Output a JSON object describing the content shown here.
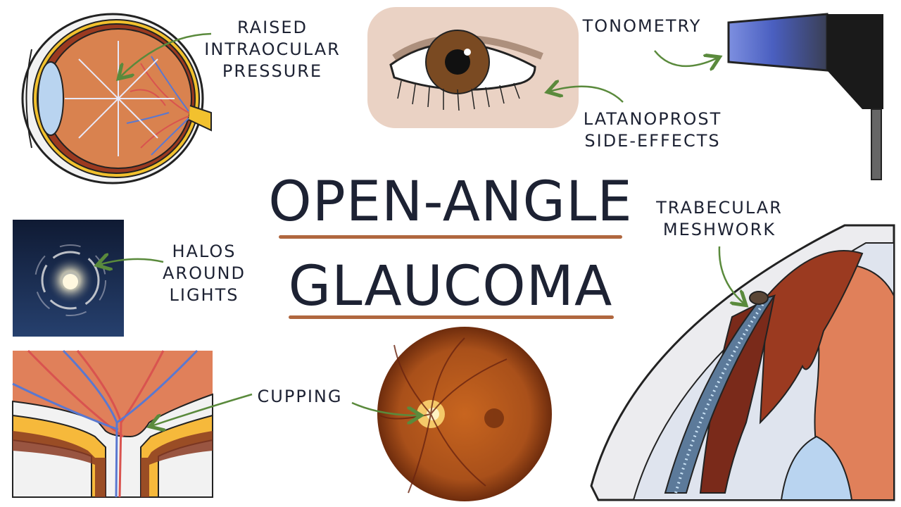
{
  "title": {
    "line1": "OPEN-ANGLE",
    "line2": "GLAUCOMA"
  },
  "labels": {
    "raised_iop": [
      "RAISED",
      "INTRAOCULAR",
      "PRESSURE"
    ],
    "tonometry": "TONOMETRY",
    "latanoprost": [
      "LATANOPROST",
      "SIDE-EFFECTS"
    ],
    "halos": [
      "HALOS",
      "AROUND",
      "LIGHTS"
    ],
    "cupping": "CUPPING",
    "trabecular": [
      "TRABECULAR",
      "MESHWORK"
    ]
  },
  "colors": {
    "text": "#1d2233",
    "underline": "#b0673f",
    "arrow": "#5a8a3c",
    "iris": "#7a4a22",
    "skin": "#ead2c4",
    "retina": "#d9824f",
    "fundus": "#b5561c",
    "tonometer_blue": "#4a5fc0",
    "night_sky": "#1b2a4a"
  },
  "icons": [
    "eye-cross-section-illustration",
    "eye-external-illustration",
    "tonometer-illustration",
    "halo-illustration",
    "optic-disc-cross-section-illustration",
    "fundus-illustration",
    "anterior-chamber-angle-illustration"
  ]
}
